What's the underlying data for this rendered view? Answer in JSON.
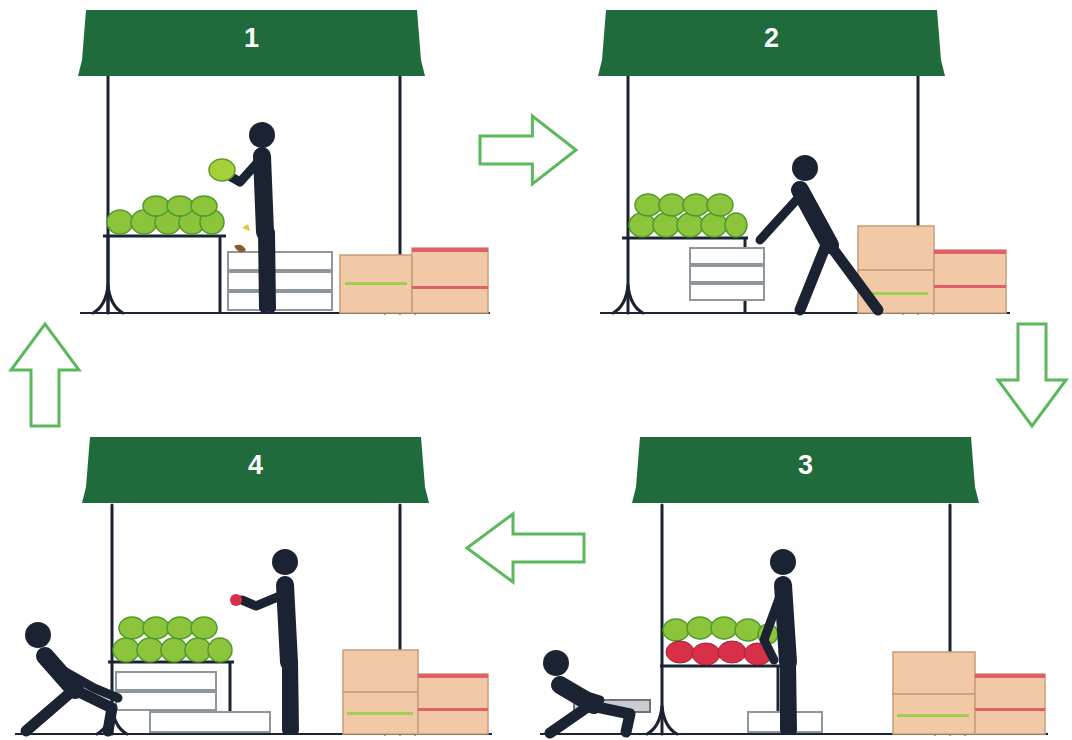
{
  "diagram": {
    "nodes": [
      {
        "text": [
          "1"
        ]
      },
      {
        "text": [
          "2"
        ]
      },
      {
        "text": [
          "3"
        ]
      },
      {
        "text": [
          "4"
        ]
      }
    ],
    "edges": [
      {
        "from": 0,
        "to": 1,
        "arrow": "to"
      },
      {
        "from": 1,
        "to": 2,
        "arrow": "to"
      },
      {
        "from": 2,
        "to": 3,
        "arrow": "to"
      },
      {
        "from": 3,
        "to": 0,
        "arrow": "to"
      }
    ]
  }
}
